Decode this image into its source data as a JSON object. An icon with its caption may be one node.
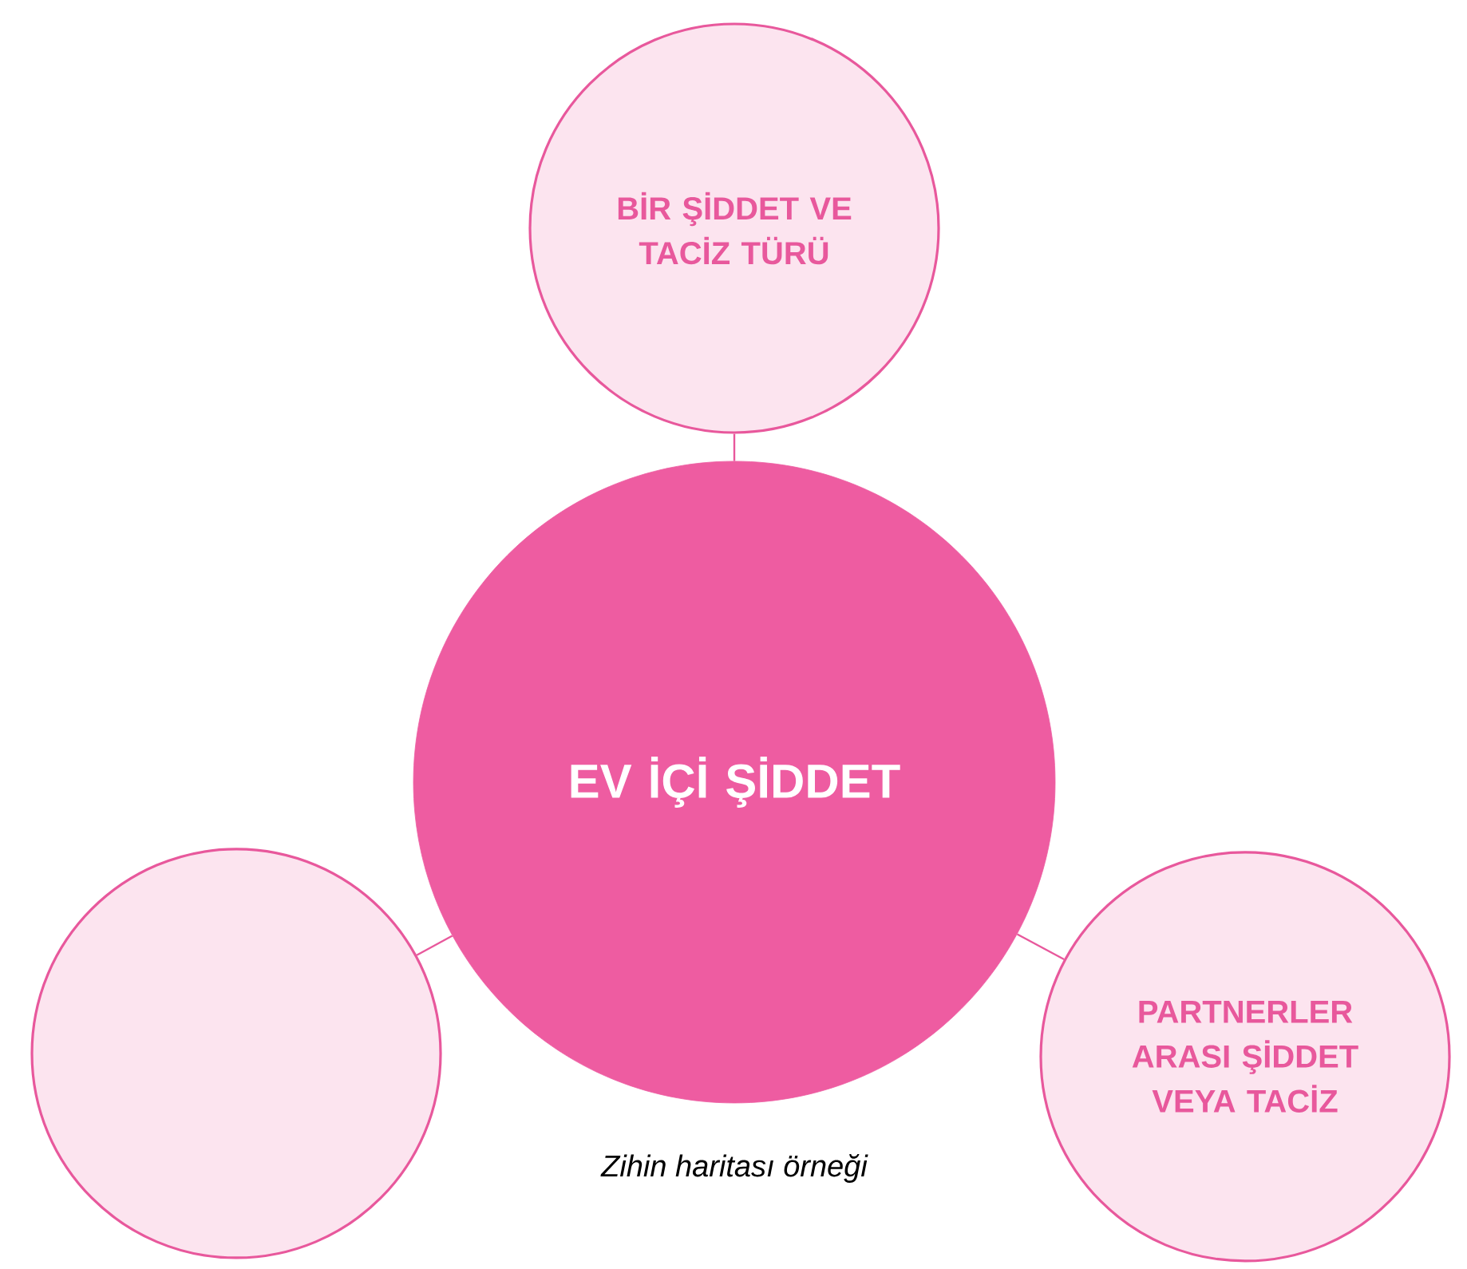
{
  "diagram": {
    "caption": "Zihin haritası örneği",
    "nodes": [
      {
        "text": [
          "BİR ŞİDDET VE TACİZ TÜRÜ"
        ]
      },
      {
        "text": [
          "EV İÇİ ŞİDDET"
        ]
      },
      {
        "text": [],
        "shape": "circle"
      },
      {
        "text": [
          "PARTNERLER ARASI ŞİDDET VEYA TACİZ"
        ]
      }
    ],
    "edges": [
      {
        "from": 1,
        "to": 0,
        "arrow": "none"
      },
      {
        "from": 1,
        "to": 2,
        "arrow": "none"
      },
      {
        "from": 1,
        "to": 3,
        "arrow": "none"
      }
    ]
  }
}
